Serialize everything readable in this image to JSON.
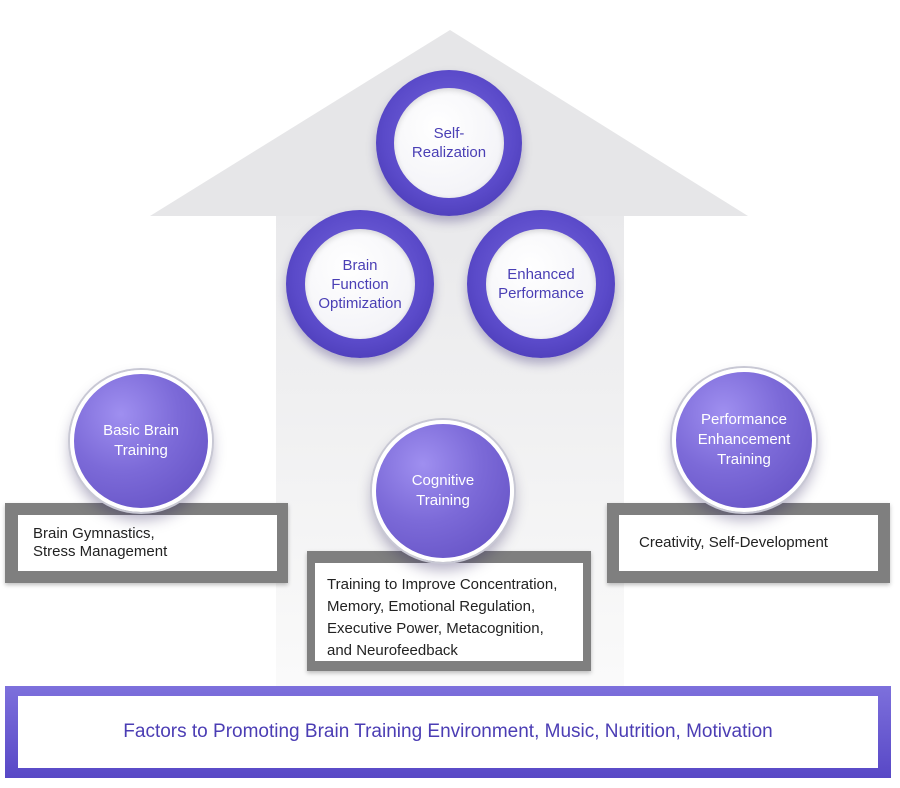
{
  "diagram": {
    "outcomes": {
      "self_realization": [
        "Self-",
        "Realization"
      ],
      "brain_function_optimization": [
        "Brain",
        "Function",
        "Optimization"
      ],
      "enhanced_performance": [
        "Enhanced",
        "Performance"
      ]
    },
    "training": {
      "basic": {
        "title": [
          "Basic Brain",
          "Training"
        ],
        "details": [
          "Brain Gymnastics,",
          "Stress Management"
        ]
      },
      "cognitive": {
        "title": [
          "Cognitive",
          "Training"
        ],
        "details": [
          "Training to Improve Concentration,",
          "Memory, Emotional Regulation,",
          "Executive Power, Metacognition,",
          "and Neurofeedback"
        ]
      },
      "performance": {
        "title": [
          "Performance",
          "Enhancement",
          "Training"
        ],
        "details": [
          "Creativity, Self-Development"
        ]
      }
    },
    "foundation": "Factors to Promoting Brain Training Environment, Music, Nutrition, Motivation"
  },
  "colors": {
    "accent": "#5a4ac9",
    "text_accent": "#4a3fb5",
    "arrow": "#ececec",
    "box_border": "#7f7f7f"
  }
}
